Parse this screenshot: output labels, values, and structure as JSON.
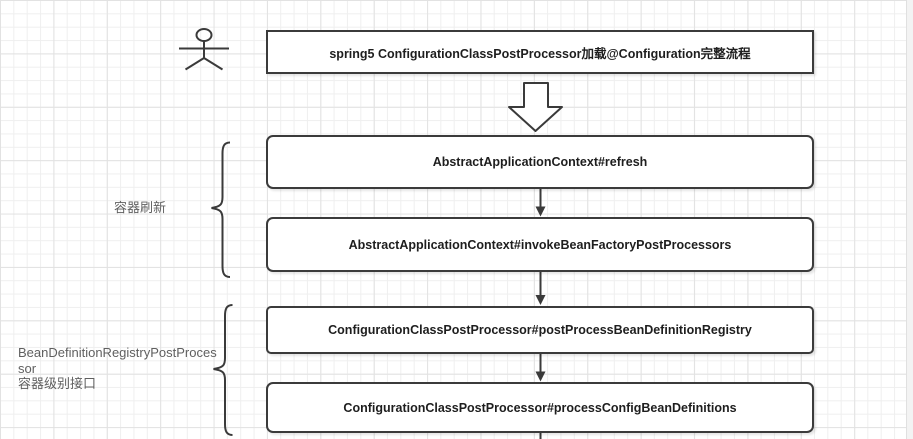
{
  "diagram": {
    "title_box": {
      "label": "spring5 ConfigurationClassPostProcessor加载@Configuration完整流程"
    },
    "flow_boxes": [
      {
        "label": "AbstractApplicationContext#refresh"
      },
      {
        "label": "AbstractApplicationContext#invokeBeanFactoryPostProcessors"
      },
      {
        "label": "ConfigurationClassPostProcessor#postProcessBeanDefinitionRegistry"
      },
      {
        "label": "ConfigurationClassPostProcessor#processConfigBeanDefinitions"
      }
    ],
    "group_labels": [
      {
        "text": "容器刷新"
      },
      {
        "line1": "BeanDefinitionRegistryPostProcessor",
        "line2": "容器级别接口"
      }
    ],
    "icons": [
      "actor-icon",
      "block-down-arrow",
      "curly-brace",
      "arrowhead-down"
    ],
    "colors": {
      "line": "#3a3a3a",
      "box_border": "#3b3b3b",
      "box_fill": "#ffffff",
      "box_text": "#1e1e1e",
      "group_label_text": "#5f5f5f",
      "grid_minor": "#efefef",
      "grid_major": "#e2e2e2",
      "background": "#ffffff"
    }
  }
}
